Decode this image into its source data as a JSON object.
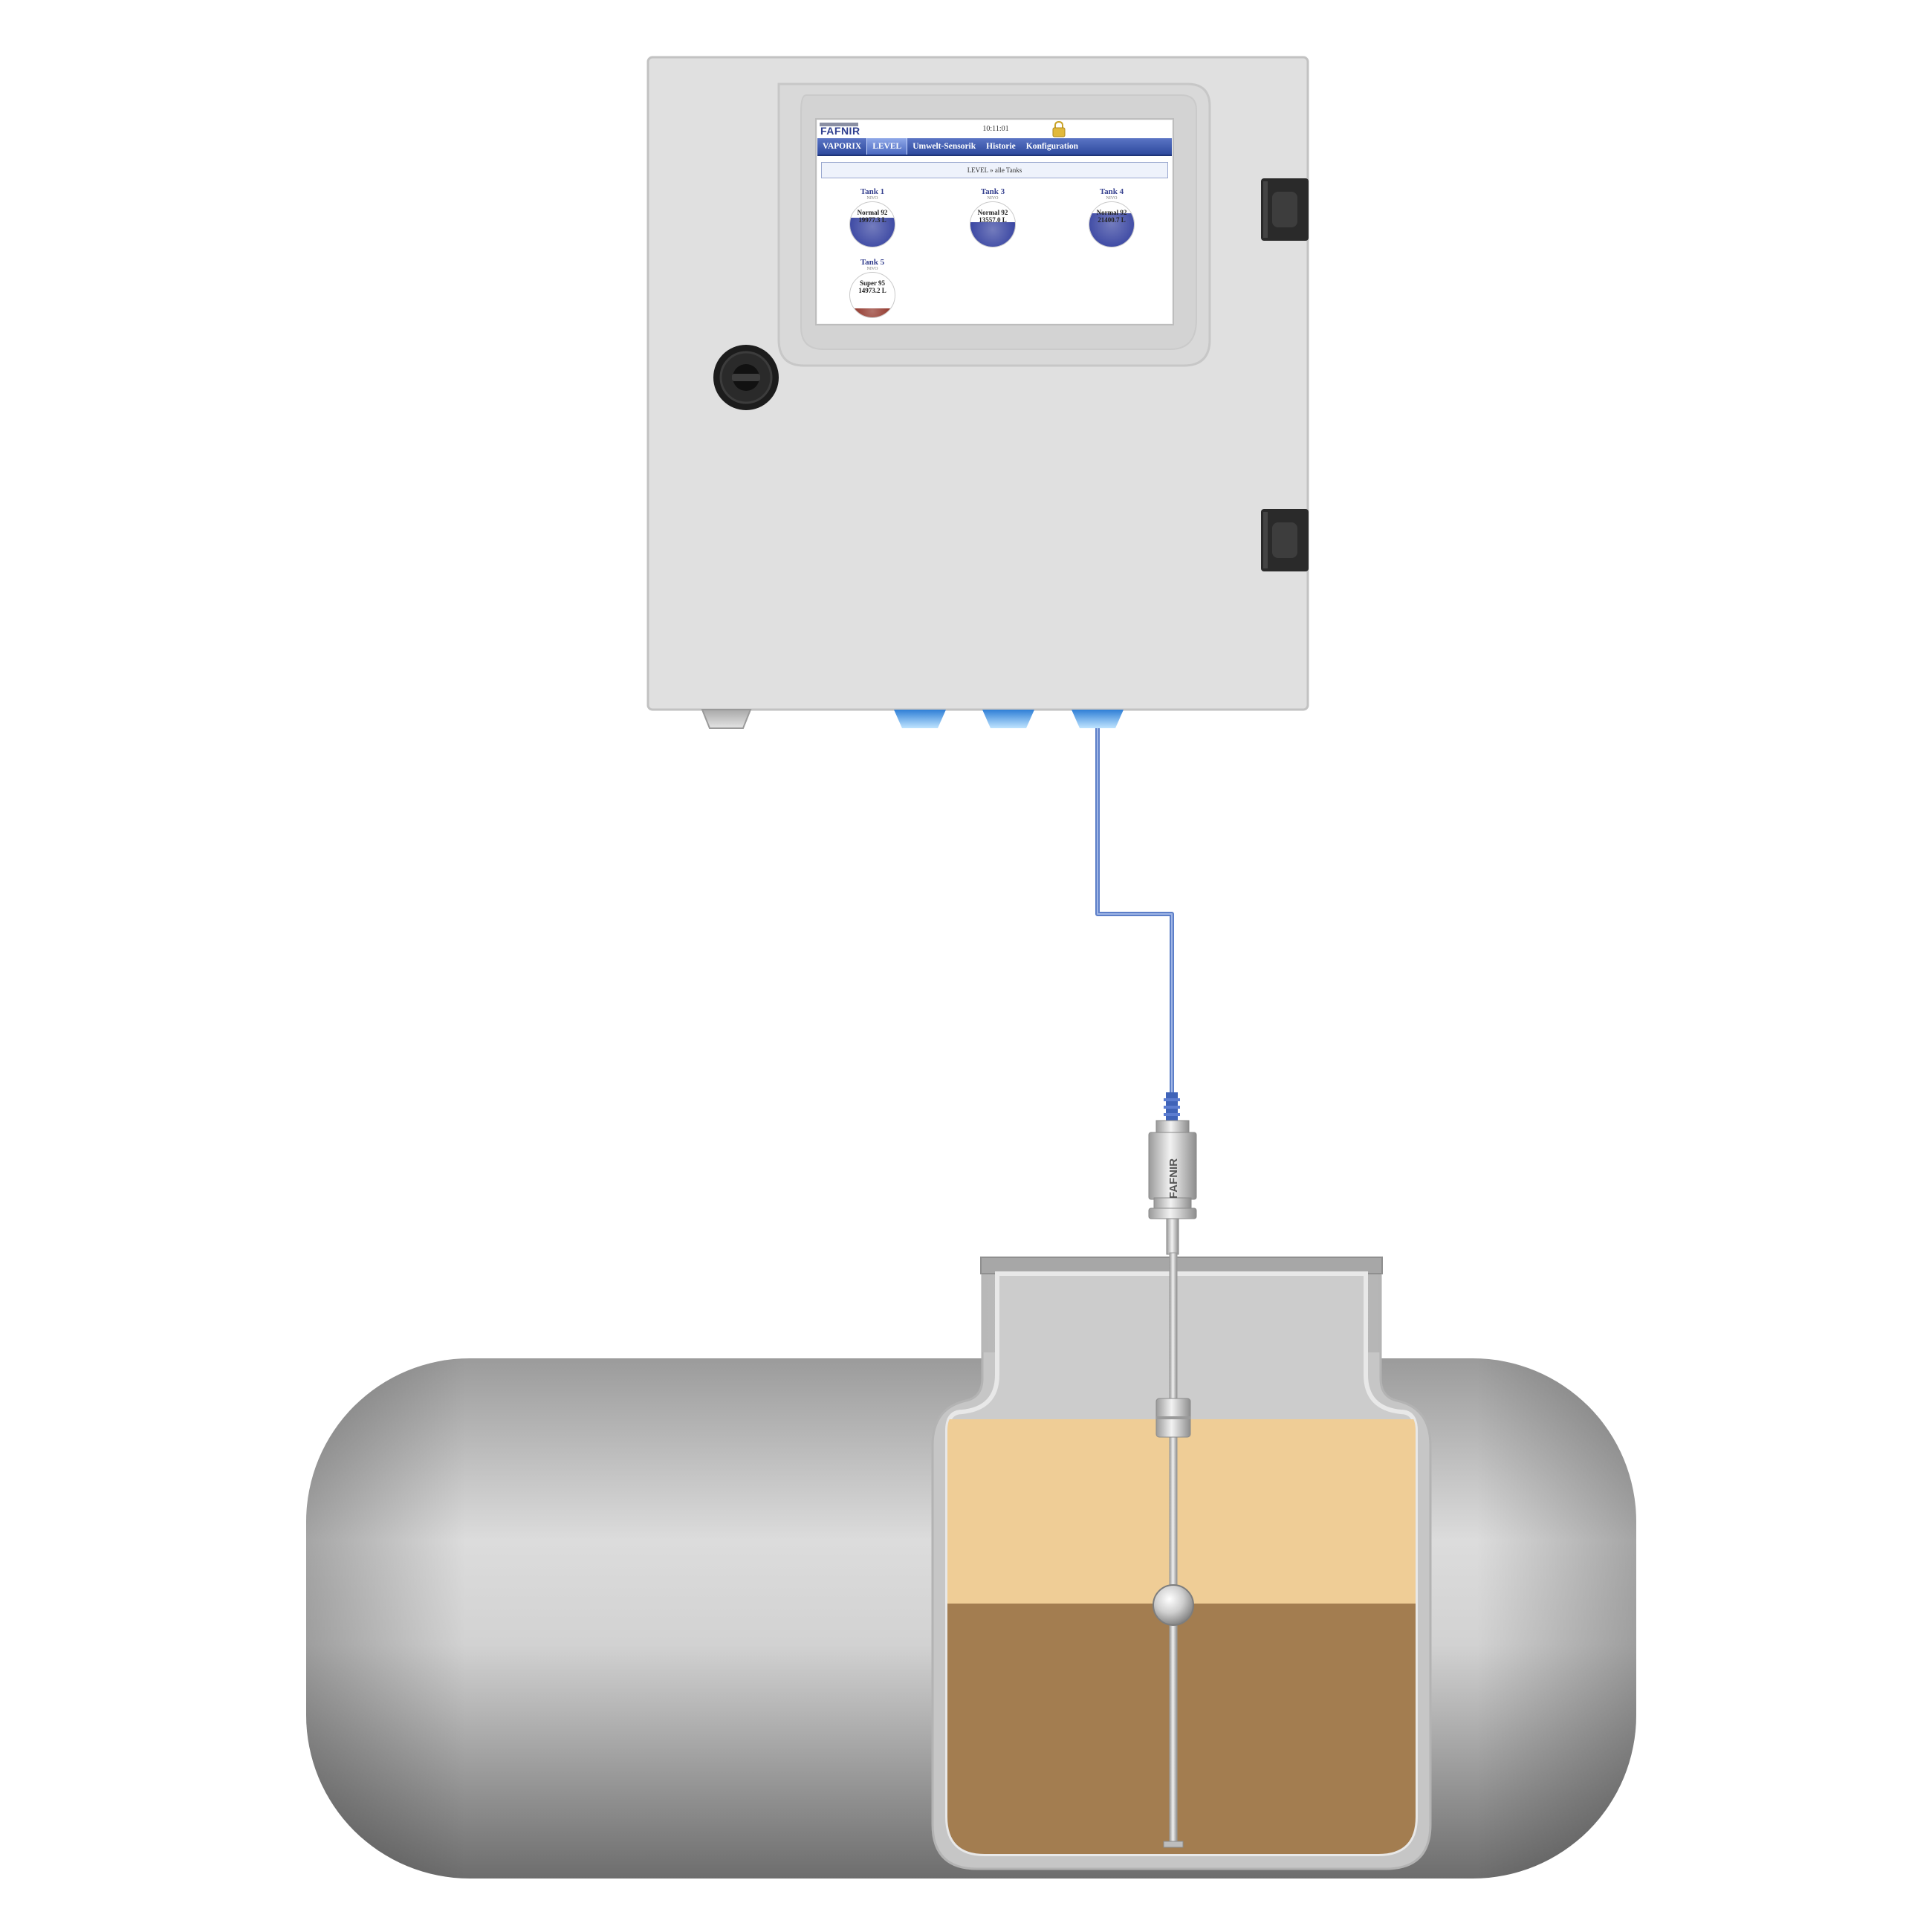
{
  "screen": {
    "brand": "FAFNIR",
    "time": "10:11:01",
    "nav": [
      "VAPORIX",
      "LEVEL",
      "Umwelt-Sensorik",
      "Historie",
      "Konfiguration"
    ],
    "active_nav": "LEVEL",
    "breadcrumb": "LEVEL   »   alle Tanks",
    "tanks": [
      {
        "name": "Tank  1",
        "subtitle": "NIVO",
        "product": "Normal 92",
        "volume": "19977.3 L",
        "fill": 0.65,
        "color": "#2d3a9c"
      },
      {
        "name": "Tank  3",
        "subtitle": "NIVO",
        "product": "Normal 92",
        "volume": "13557.0 L",
        "fill": 0.55,
        "color": "#2d3a9c"
      },
      {
        "name": "Tank  4",
        "subtitle": "NIVO",
        "product": "Normal 92",
        "volume": "21400.7 L",
        "fill": 0.75,
        "color": "#2d3a9c"
      },
      {
        "name": "Tank  5",
        "subtitle": "NIVO",
        "product": "Super 95",
        "volume": "14973.2 L",
        "fill": 0.2,
        "color": "#8b2a1e"
      }
    ]
  },
  "probe": {
    "brand": "FAFNIR"
  },
  "tank_levels": {
    "upper_layer_fraction": 0.32,
    "lower_layer_fraction": 0.38
  },
  "colors": {
    "enclosure": "#e0e0e0",
    "upper_liquid": "#efcd96",
    "lower_liquid": "#a37d50",
    "cable": "#5d7fc8",
    "nav": "#2e4a9e"
  }
}
